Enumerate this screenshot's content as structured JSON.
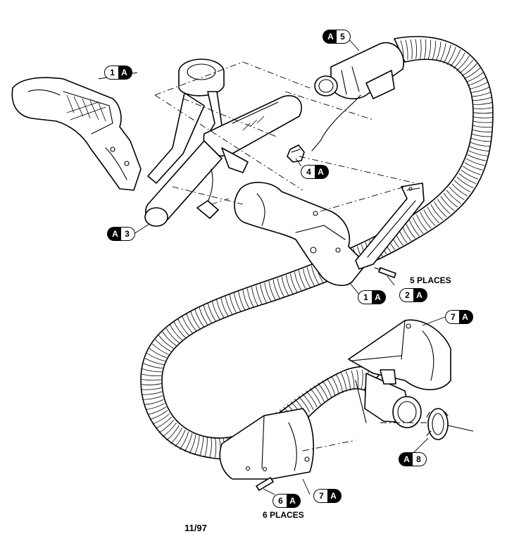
{
  "callouts": {
    "c1a_top": {
      "num": "1",
      "letter": "A"
    },
    "ca5": {
      "num": "A",
      "letter": "5"
    },
    "c4a": {
      "num": "4",
      "letter": "A"
    },
    "ca3": {
      "num": "A",
      "letter": "3"
    },
    "c1a_mid": {
      "num": "1",
      "letter": "A"
    },
    "c2a": {
      "num": "2",
      "letter": "A"
    },
    "c7a_top": {
      "num": "7",
      "letter": "A"
    },
    "ca8": {
      "num": "A",
      "letter": "8"
    },
    "c6a": {
      "num": "6",
      "letter": "A"
    },
    "c7a_bottom": {
      "num": "7",
      "letter": "A"
    }
  },
  "notes": {
    "five_places": "5 PLACES",
    "six_places": "6 PLACES"
  },
  "footer": {
    "date_code": "11/97"
  }
}
